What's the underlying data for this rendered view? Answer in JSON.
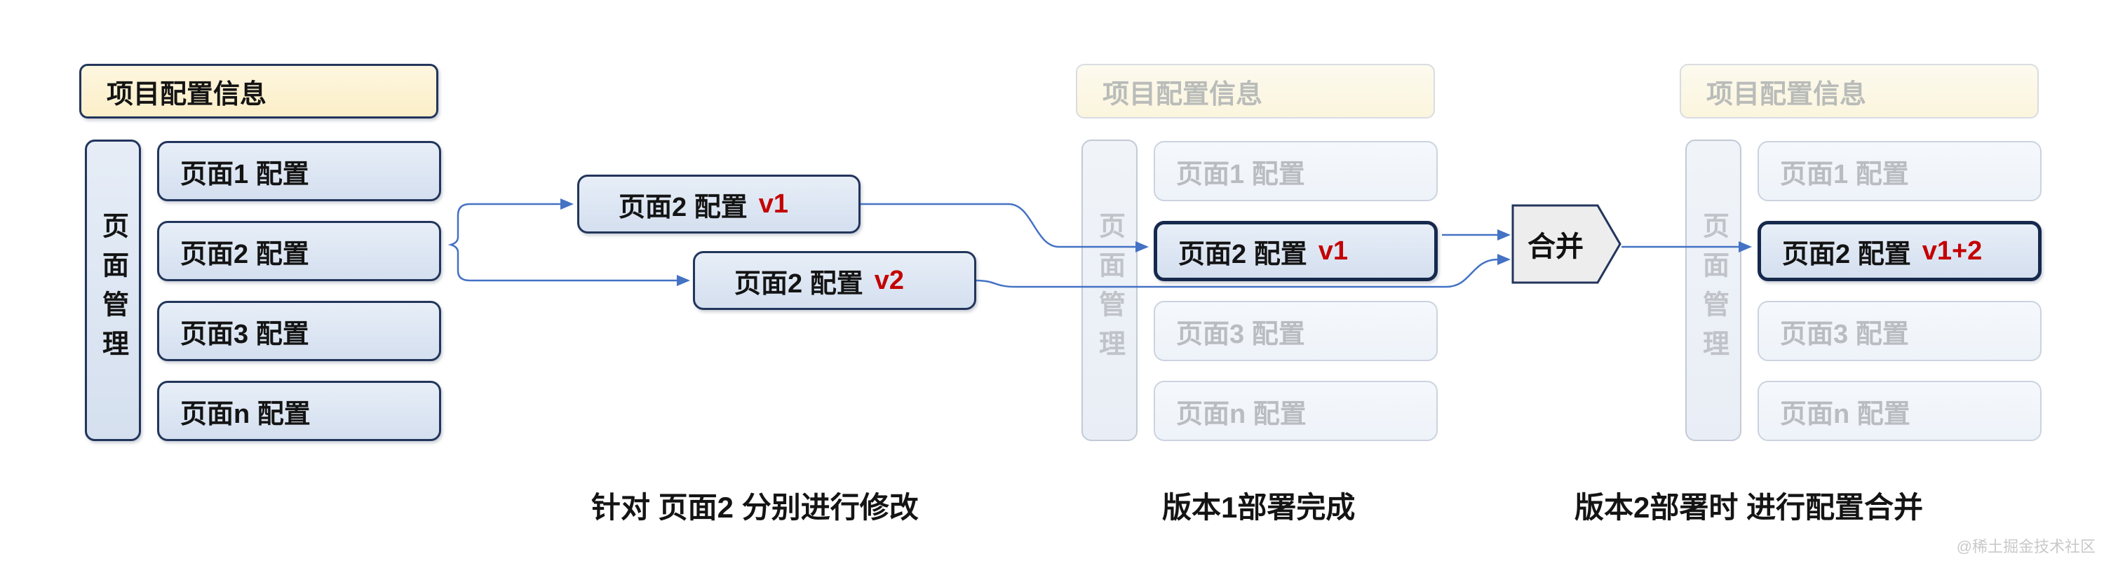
{
  "colors": {
    "arrow_blue": "#4472c4",
    "navy_border": "#22355c",
    "version_red": "#c40000",
    "project_fill_yellow": "#fcefc8",
    "page_fill_blue": "#d9e3f0",
    "merge_fill_gray": "#ededed"
  },
  "source_section": {
    "project_header": "项目配置信息",
    "sidebar_label": "页面管理",
    "pages": [
      {
        "label": "页面1 配置"
      },
      {
        "label": "页面2 配置"
      },
      {
        "label": "页面3 配置"
      },
      {
        "label": "页面n 配置"
      }
    ]
  },
  "fork_boxes": {
    "v1": {
      "label": "页面2 配置",
      "version": "v1"
    },
    "v2": {
      "label": "页面2 配置",
      "version": "v2"
    }
  },
  "deployed_section": {
    "project_header": "项目配置信息",
    "sidebar_label": "页面管理",
    "pages": [
      {
        "label": "页面1 配置"
      },
      {
        "label": "页面2 配置",
        "version": "v1"
      },
      {
        "label": "页面3 配置"
      },
      {
        "label": "页面n 配置"
      }
    ]
  },
  "merge": {
    "label": "合并"
  },
  "merged_section": {
    "project_header": "项目配置信息",
    "sidebar_label": "页面管理",
    "pages": [
      {
        "label": "页面1 配置"
      },
      {
        "label": "页面2 配置",
        "version": "v1+2"
      },
      {
        "label": "页面3 配置"
      },
      {
        "label": "页面n 配置"
      }
    ]
  },
  "captions": [
    {
      "text": "针对 页面2 分别进行修改"
    },
    {
      "text": "版本1部署完成"
    },
    {
      "text": "版本2部署时 进行配置合并"
    }
  ],
  "watermark": "@稀土掘金技术社区"
}
